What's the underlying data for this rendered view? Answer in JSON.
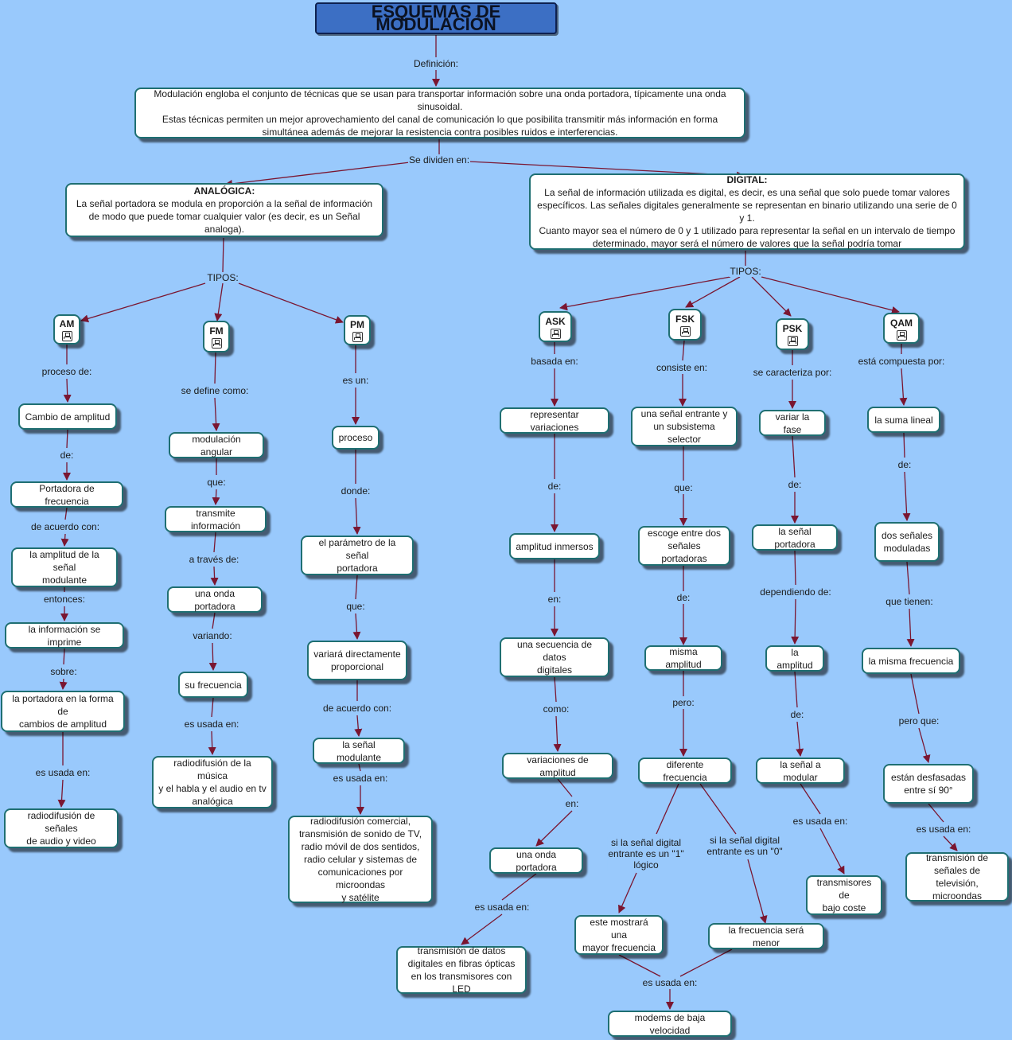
{
  "title": "ESQUEMAS DE MODULACIÓN",
  "definition_label": "Definición:",
  "definition": "Modulación engloba el conjunto de técnicas que se usan para transportar información sobre una onda portadora, típicamente una onda sinusoidal.\nEstas técnicas permiten un mejor aprovechamiento del canal de comunicación lo que posibilita transmitir más información en forma\nsimultánea además de mejorar la resistencia contra posibles ruidos e interferencias.",
  "divide_label": "Se dividen en:",
  "analog": {
    "title": "ANALÓGICA:",
    "text": "La señal portadora se modula en proporción a la señal de información\nde modo que puede tomar cualquier valor (es decir, es un Señal analoga).",
    "tipos_label": "TIPOS:",
    "am": {
      "name": "AM",
      "labels": [
        "proceso de:",
        "de:",
        "de acuerdo con:",
        "entonces:",
        "sobre:",
        "es usada en:"
      ],
      "nodes": [
        "Cambio de amplitud",
        "Portadora de frecuencia",
        "la amplitud de la señal\nmodulante",
        "la información se imprime",
        "la portadora en la forma de\ncambios de amplitud",
        "radiodifusión de señales\nde audio y video"
      ]
    },
    "fm": {
      "name": "FM",
      "labels": [
        "se define como:",
        "que:",
        "a través de:",
        "variando:",
        "es usada en:"
      ],
      "nodes": [
        "modulación angular",
        "transmite información",
        "una onda portadora",
        "su frecuencia",
        "radiodifusión de la música\ny el habla y el audio en tv\nanalógica"
      ]
    },
    "pm": {
      "name": "PM",
      "labels": [
        "es un:",
        "donde:",
        "que:",
        "de acuerdo con:",
        "es usada en:"
      ],
      "nodes": [
        "proceso",
        "el parámetro de la señal\nportadora",
        "variará directamente\nproporcional",
        "la señal modulante",
        "radiodifusión comercial,\ntransmisión de sonido de TV,\nradio móvil de dos sentidos,\nradio celular y sistemas de\ncomunicaciones por microondas\ny satélite"
      ]
    }
  },
  "digital": {
    "title": "DIGITAL:",
    "text": "La señal de información utilizada es digital, es decir, es una señal que solo puede tomar valores\nespecíficos. Las señales digitales generalmente se representan en binario utilizando una serie de 0 y 1.\nCuanto mayor sea el número de 0 y 1 utilizado para representar la señal en un intervalo de tiempo\ndeterminado, mayor será el número de valores que la señal podría tomar",
    "tipos_label": "TIPOS:",
    "ask": {
      "name": "ASK",
      "labels": [
        "basada en:",
        "de:",
        "en:",
        "como:",
        "en:",
        "es usada en:"
      ],
      "nodes": [
        "representar variaciones",
        "amplitud inmersos",
        "una secuencia de datos\ndigitales",
        "variaciones de amplitud",
        "una onda portadora",
        "transmisión de datos\ndigitales en fibras ópticas\nen los transmisores con LED"
      ]
    },
    "fsk": {
      "name": "FSK",
      "labels": [
        "consiste en:",
        "que:",
        "de:",
        "pero:",
        "si la señal digital\nentrante es un \"1\"\nlógico",
        "si la señal digital\nentrante es un \"0\"",
        "es usada en:"
      ],
      "nodes": [
        "una señal  entrante y\nun subsistema selector",
        "escoge entre dos\nseñales portadoras",
        "misma amplitud",
        "diferente frecuencia",
        "este mostrará una\nmayor frecuencia",
        "la frecuencia será menor",
        "modems de baja velocidad"
      ]
    },
    "psk": {
      "name": "PSK",
      "labels": [
        "se caracteriza por:",
        "de:",
        "dependiendo de:",
        "de:",
        "es usada en:"
      ],
      "nodes": [
        "variar la fase",
        "la señal portadora",
        "la amplitud",
        "la señal a modular",
        "transmisores de\nbajo coste"
      ]
    },
    "qam": {
      "name": "QAM",
      "labels": [
        "está compuesta por:",
        "de:",
        "que tienen:",
        "pero que:",
        "es usada en:"
      ],
      "nodes": [
        "la suma lineal",
        "dos señales\nmoduladas",
        "la misma frecuencia",
        "están desfasadas\nentre sí 90°",
        "transmisión de\nseñales de televisión,\nmicroondas"
      ]
    }
  },
  "colors": {
    "background": "#99c9fc",
    "title_fill": "#3c6fc4",
    "node_border": "#1f6f72",
    "edge": "#7a1631"
  }
}
